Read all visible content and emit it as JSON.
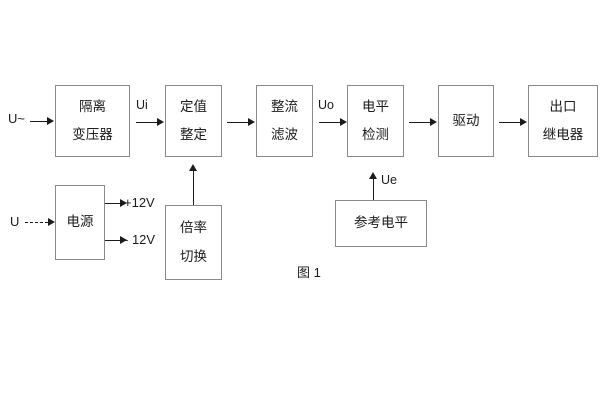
{
  "diagram": {
    "caption": "图 1",
    "signal_chain": [
      {
        "id": "isolation-transformer",
        "lines": [
          "隔离",
          "变压器"
        ]
      },
      {
        "id": "setting-value",
        "lines": [
          "定值",
          "整定"
        ]
      },
      {
        "id": "rectify-filter",
        "lines": [
          "整流",
          "滤波"
        ]
      },
      {
        "id": "level-detection",
        "lines": [
          "电平",
          "检测"
        ]
      },
      {
        "id": "drive",
        "lines": [
          "驱动"
        ]
      },
      {
        "id": "output-relay",
        "lines": [
          "出口",
          "继电器"
        ]
      }
    ],
    "support_blocks": [
      {
        "id": "power-supply",
        "lines": [
          "电源"
        ]
      },
      {
        "id": "ratio-switch",
        "lines": [
          "倍率",
          "切换"
        ]
      },
      {
        "id": "reference-level",
        "lines": [
          "参考电平"
        ]
      }
    ],
    "labels": {
      "input_ac": "U~",
      "input_dc": "U",
      "ui": "Ui",
      "uo": "Uo",
      "ue": "Ue",
      "rail_positive": "+12V",
      "rail_negative": "- 12V"
    },
    "colors": {
      "box_border": "#8a8a8a",
      "line": "#1b1b1b",
      "text": "#1b1b1b",
      "background": "#ffffff"
    }
  }
}
